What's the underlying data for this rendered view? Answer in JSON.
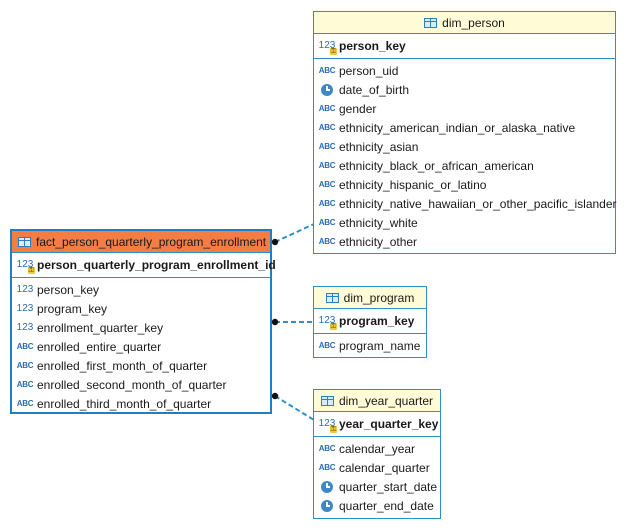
{
  "colors": {
    "entity_border": "#2f90c8",
    "header_default": "#fffbd6",
    "header_selected": "#f47d44",
    "link": "#2f90c8"
  },
  "entities": {
    "dim_person": {
      "name": "dim_person",
      "pk": [
        {
          "name": "person_key",
          "icon": "numeric-key-icon",
          "type_text": "123"
        }
      ],
      "columns": [
        {
          "name": "person_uid",
          "icon": "text-icon",
          "type_text": "ABC"
        },
        {
          "name": "date_of_birth",
          "icon": "clock-icon",
          "type_text": ""
        },
        {
          "name": "gender",
          "icon": "text-icon",
          "type_text": "ABC"
        },
        {
          "name": "ethnicity_american_indian_or_alaska_native",
          "icon": "text-icon",
          "type_text": "ABC"
        },
        {
          "name": "ethnicity_asian",
          "icon": "text-icon",
          "type_text": "ABC"
        },
        {
          "name": "ethnicity_black_or_african_american",
          "icon": "text-icon",
          "type_text": "ABC"
        },
        {
          "name": "ethnicity_hispanic_or_latino",
          "icon": "text-icon",
          "type_text": "ABC"
        },
        {
          "name": "ethnicity_native_hawaiian_or_other_pacific_islander",
          "icon": "text-icon",
          "type_text": "ABC"
        },
        {
          "name": "ethnicity_white",
          "icon": "text-icon",
          "type_text": "ABC"
        },
        {
          "name": "ethnicity_other",
          "icon": "text-icon",
          "type_text": "ABC"
        }
      ]
    },
    "fact": {
      "name": "fact_person_quarterly_program_enrollment",
      "pk": [
        {
          "name": "person_quarterly_program_enrollment_id",
          "icon": "numeric-key-icon",
          "type_text": "123"
        }
      ],
      "columns": [
        {
          "name": "person_key",
          "icon": "numeric-icon",
          "type_text": "123"
        },
        {
          "name": "program_key",
          "icon": "numeric-icon",
          "type_text": "123"
        },
        {
          "name": "enrollment_quarter_key",
          "icon": "numeric-icon",
          "type_text": "123"
        },
        {
          "name": "enrolled_entire_quarter",
          "icon": "text-icon",
          "type_text": "ABC"
        },
        {
          "name": "enrolled_first_month_of_quarter",
          "icon": "text-icon",
          "type_text": "ABC"
        },
        {
          "name": "enrolled_second_month_of_quarter",
          "icon": "text-icon",
          "type_text": "ABC"
        },
        {
          "name": "enrolled_third_month_of_quarter",
          "icon": "text-icon",
          "type_text": "ABC"
        }
      ]
    },
    "dim_program": {
      "name": "dim_program",
      "pk": [
        {
          "name": "program_key",
          "icon": "numeric-key-icon",
          "type_text": "123"
        }
      ],
      "columns": [
        {
          "name": "program_name",
          "icon": "text-icon",
          "type_text": "ABC"
        }
      ]
    },
    "dim_year_quarter": {
      "name": "dim_year_quarter",
      "pk": [
        {
          "name": "year_quarter_key",
          "icon": "numeric-key-icon",
          "type_text": "123"
        }
      ],
      "columns": [
        {
          "name": "calendar_year",
          "icon": "text-icon",
          "type_text": "ABC"
        },
        {
          "name": "calendar_quarter",
          "icon": "text-icon",
          "type_text": "ABC"
        },
        {
          "name": "quarter_start_date",
          "icon": "clock-icon",
          "type_text": ""
        },
        {
          "name": "quarter_end_date",
          "icon": "clock-icon",
          "type_text": ""
        }
      ]
    }
  },
  "links": [
    {
      "from": "fact",
      "to": "dim_person"
    },
    {
      "from": "fact",
      "to": "dim_program"
    },
    {
      "from": "fact",
      "to": "dim_year_quarter"
    }
  ]
}
